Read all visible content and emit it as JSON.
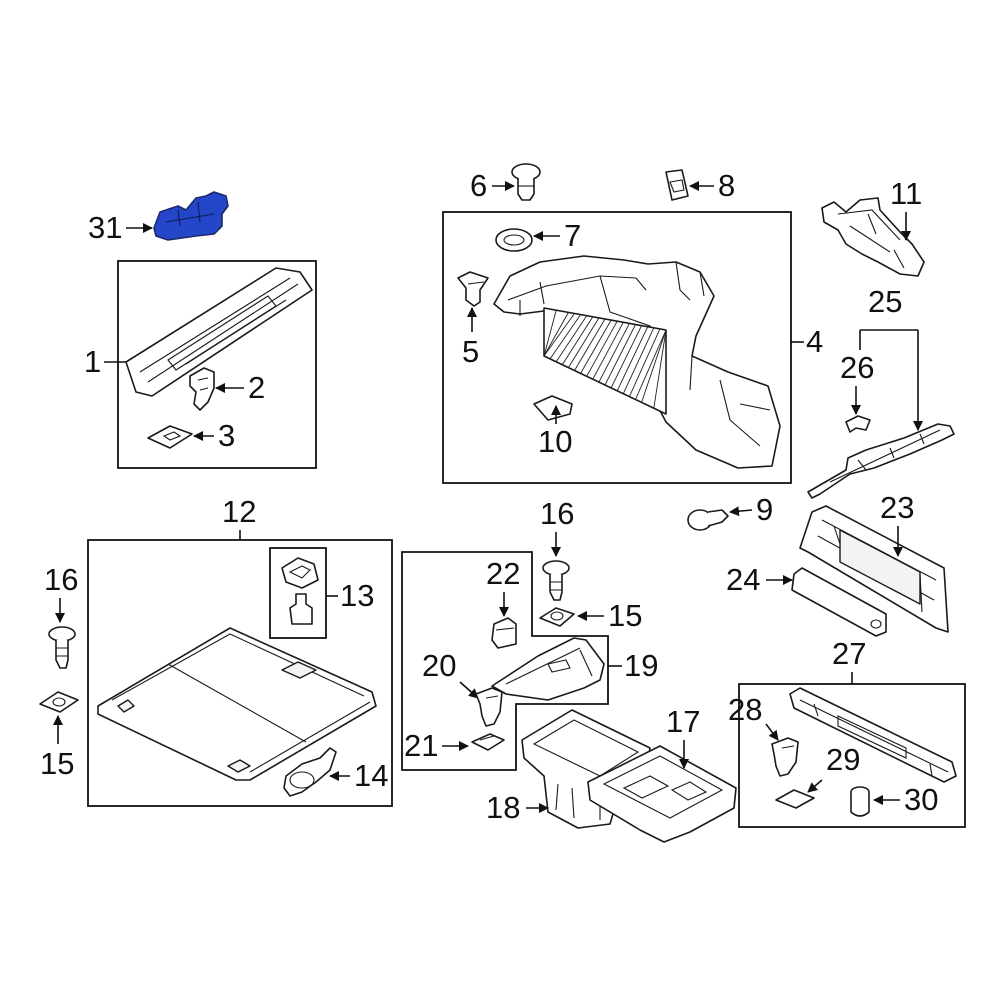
{
  "highlight_color": "#2446c8",
  "callouts": {
    "c1": "1",
    "c2": "2",
    "c3": "3",
    "c4": "4",
    "c5": "5",
    "c6": "6",
    "c7": "7",
    "c8": "8",
    "c9": "9",
    "c10": "10",
    "c11": "11",
    "c12": "12",
    "c13": "13",
    "c14": "14",
    "c15a": "15",
    "c15b": "15",
    "c16a": "16",
    "c16b": "16",
    "c17": "17",
    "c18": "18",
    "c19": "19",
    "c20": "20",
    "c21": "21",
    "c22": "22",
    "c23": "23",
    "c24": "24",
    "c25": "25",
    "c26": "26",
    "c27": "27",
    "c28": "28",
    "c29": "29",
    "c30": "30",
    "c31": "31"
  }
}
